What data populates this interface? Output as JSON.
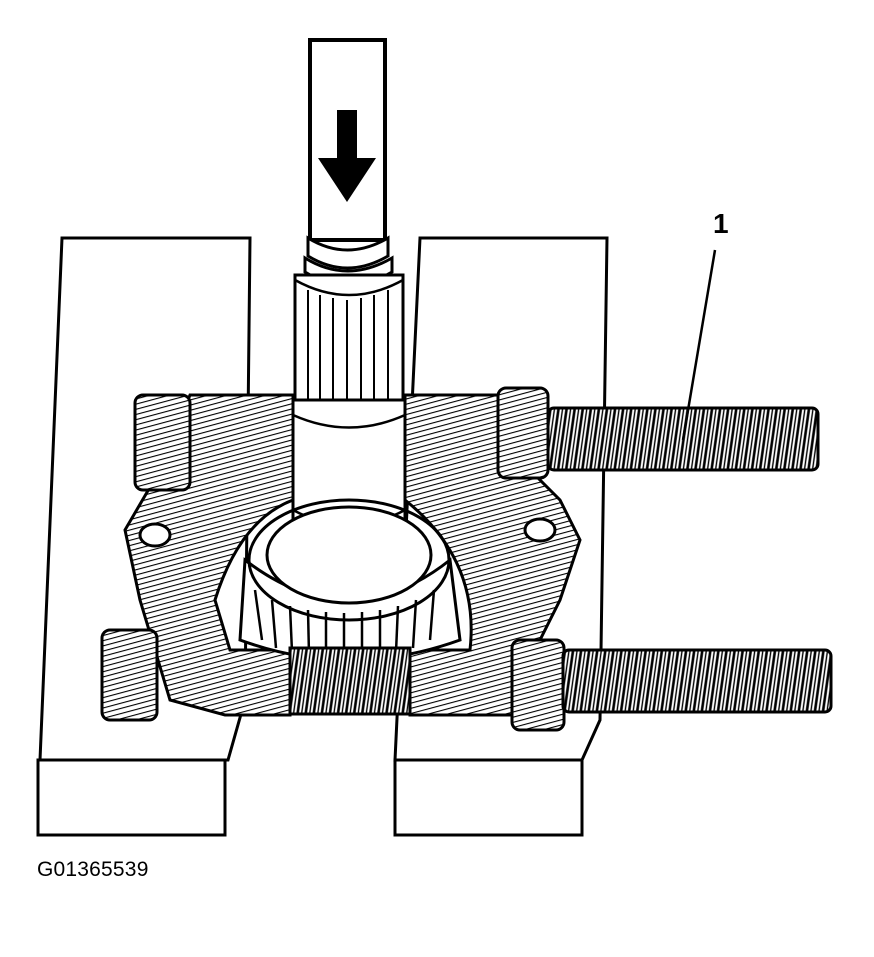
{
  "figure": {
    "id_label": "G01365539",
    "callouts": [
      {
        "number": "1",
        "target": "separator-bolt"
      }
    ],
    "arrow": {
      "direction": "down",
      "meaning": "press-force"
    },
    "components": [
      "press-ram",
      "splined-shaft",
      "bearing",
      "bearing-separator",
      "separator-bolts",
      "support-blocks"
    ],
    "colors": {
      "ink": "#000000",
      "paper": "#ffffff"
    }
  }
}
